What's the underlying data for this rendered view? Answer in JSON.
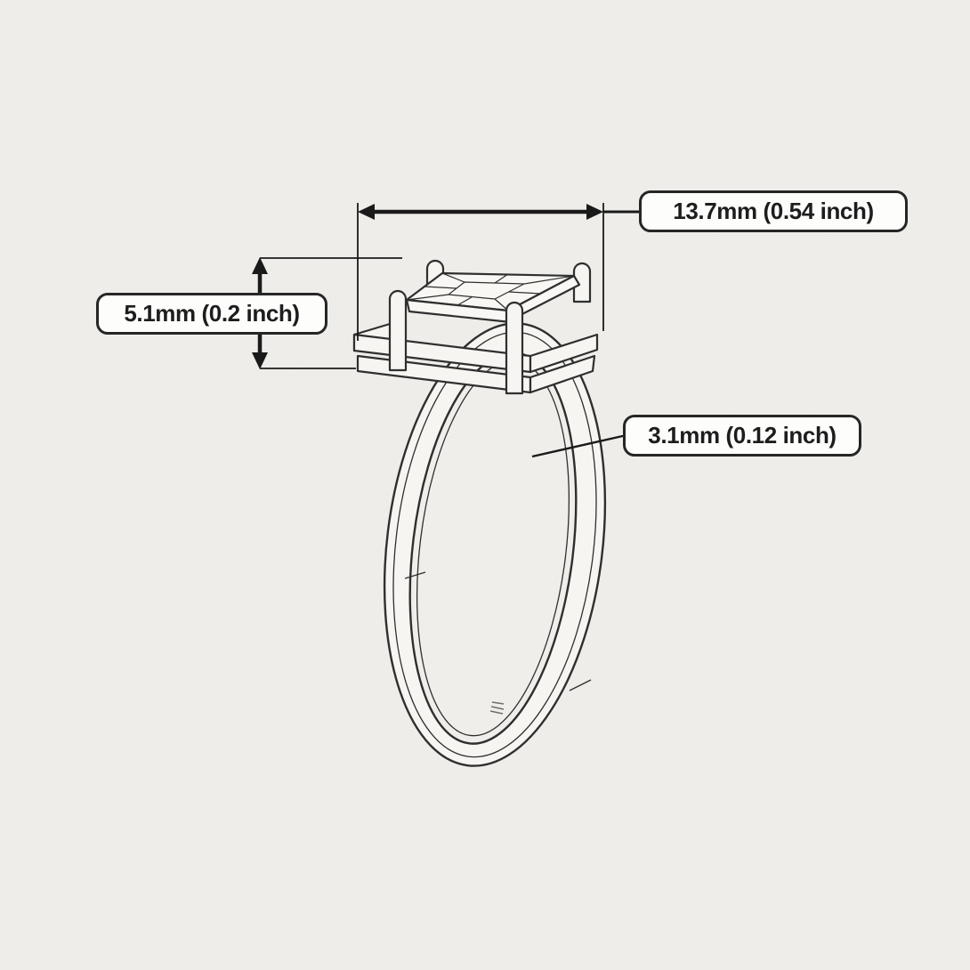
{
  "page": {
    "type": "product-dimension-diagram",
    "subject": "solitaire-ring-line-drawing"
  },
  "colors": {
    "background": "#efeeea",
    "illustration_line": "#2f2f2f",
    "dimension_line": "#1a1a1a",
    "label_background": "#fdfdfc",
    "label_border": "#262626",
    "label_text": "#1d1d1d"
  },
  "labels": {
    "head_width": "13.7mm (0.54 inch)",
    "head_height": "5.1mm (0.2 inch)",
    "band_width": "3.1mm (0.12 inch)"
  }
}
